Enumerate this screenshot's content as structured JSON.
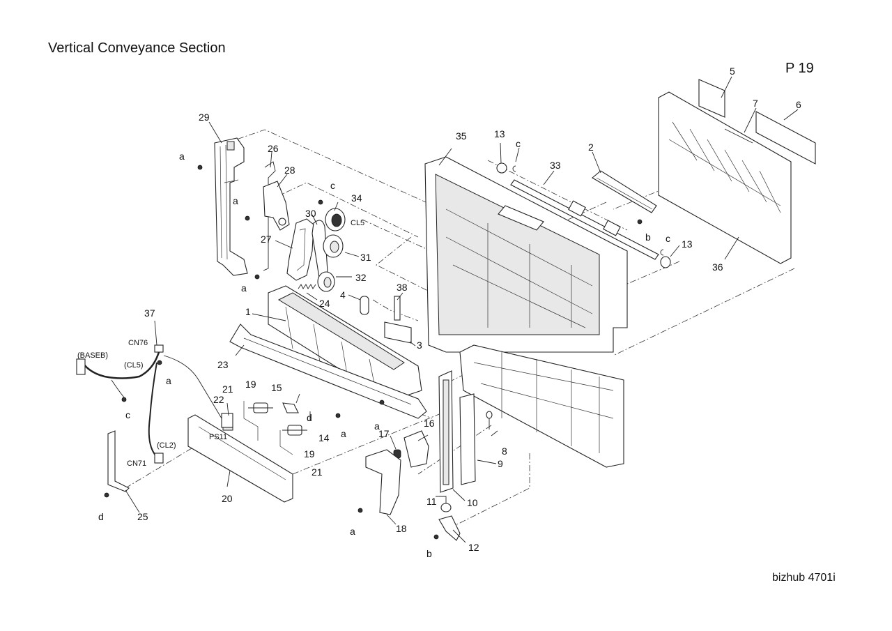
{
  "header": {
    "title": "Vertical Conveyance Section",
    "page": "P 19"
  },
  "footer": {
    "model": "bizhub 4701i"
  },
  "callouts": [
    {
      "id": "c1",
      "text": "1"
    },
    {
      "id": "c2",
      "text": "2"
    },
    {
      "id": "c3",
      "text": "3"
    },
    {
      "id": "c4",
      "text": "4"
    },
    {
      "id": "c5",
      "text": "5"
    },
    {
      "id": "c6",
      "text": "6"
    },
    {
      "id": "c7",
      "text": "7"
    },
    {
      "id": "c8",
      "text": "8"
    },
    {
      "id": "c9",
      "text": "9"
    },
    {
      "id": "c10",
      "text": "10"
    },
    {
      "id": "c11",
      "text": "11"
    },
    {
      "id": "c12",
      "text": "12"
    },
    {
      "id": "c13a",
      "text": "13"
    },
    {
      "id": "c13b",
      "text": "13"
    },
    {
      "id": "c14",
      "text": "14"
    },
    {
      "id": "c15",
      "text": "15"
    },
    {
      "id": "c16",
      "text": "16"
    },
    {
      "id": "c17",
      "text": "17"
    },
    {
      "id": "c18",
      "text": "18"
    },
    {
      "id": "c19a",
      "text": "19"
    },
    {
      "id": "c19b",
      "text": "19"
    },
    {
      "id": "c20",
      "text": "20"
    },
    {
      "id": "c21a",
      "text": "21"
    },
    {
      "id": "c21b",
      "text": "21"
    },
    {
      "id": "c22",
      "text": "22"
    },
    {
      "id": "c23",
      "text": "23"
    },
    {
      "id": "c24",
      "text": "24"
    },
    {
      "id": "c25",
      "text": "25"
    },
    {
      "id": "c26",
      "text": "26"
    },
    {
      "id": "c27",
      "text": "27"
    },
    {
      "id": "c28",
      "text": "28"
    },
    {
      "id": "c29",
      "text": "29"
    },
    {
      "id": "c30",
      "text": "30"
    },
    {
      "id": "c31",
      "text": "31"
    },
    {
      "id": "c32",
      "text": "32"
    },
    {
      "id": "c33",
      "text": "33"
    },
    {
      "id": "c34",
      "text": "34"
    },
    {
      "id": "c35",
      "text": "35"
    },
    {
      "id": "c36",
      "text": "36"
    },
    {
      "id": "c37",
      "text": "37"
    },
    {
      "id": "c38",
      "text": "38"
    }
  ],
  "fasteners": [
    {
      "id": "fa1",
      "text": "a"
    },
    {
      "id": "fa2",
      "text": "a"
    },
    {
      "id": "fa3",
      "text": "a"
    },
    {
      "id": "fa4",
      "text": "a"
    },
    {
      "id": "fa5",
      "text": "a"
    },
    {
      "id": "fa6",
      "text": "a"
    },
    {
      "id": "fa7",
      "text": "a"
    },
    {
      "id": "fb1",
      "text": "b"
    },
    {
      "id": "fb2",
      "text": "b"
    },
    {
      "id": "fc1",
      "text": "c"
    },
    {
      "id": "fc2",
      "text": "c"
    },
    {
      "id": "fc3",
      "text": "c"
    },
    {
      "id": "fc4",
      "text": "c"
    },
    {
      "id": "fd1",
      "text": "d"
    },
    {
      "id": "fd2",
      "text": "d"
    }
  ],
  "connectors": [
    {
      "id": "k1",
      "text": "CL5"
    },
    {
      "id": "k2",
      "text": "CN76"
    },
    {
      "id": "k3",
      "text": "(BASEB)"
    },
    {
      "id": "k4",
      "text": "(CL5)"
    },
    {
      "id": "k5",
      "text": "(CL2)"
    },
    {
      "id": "k6",
      "text": "CN71"
    },
    {
      "id": "k7",
      "text": "PS11"
    }
  ]
}
